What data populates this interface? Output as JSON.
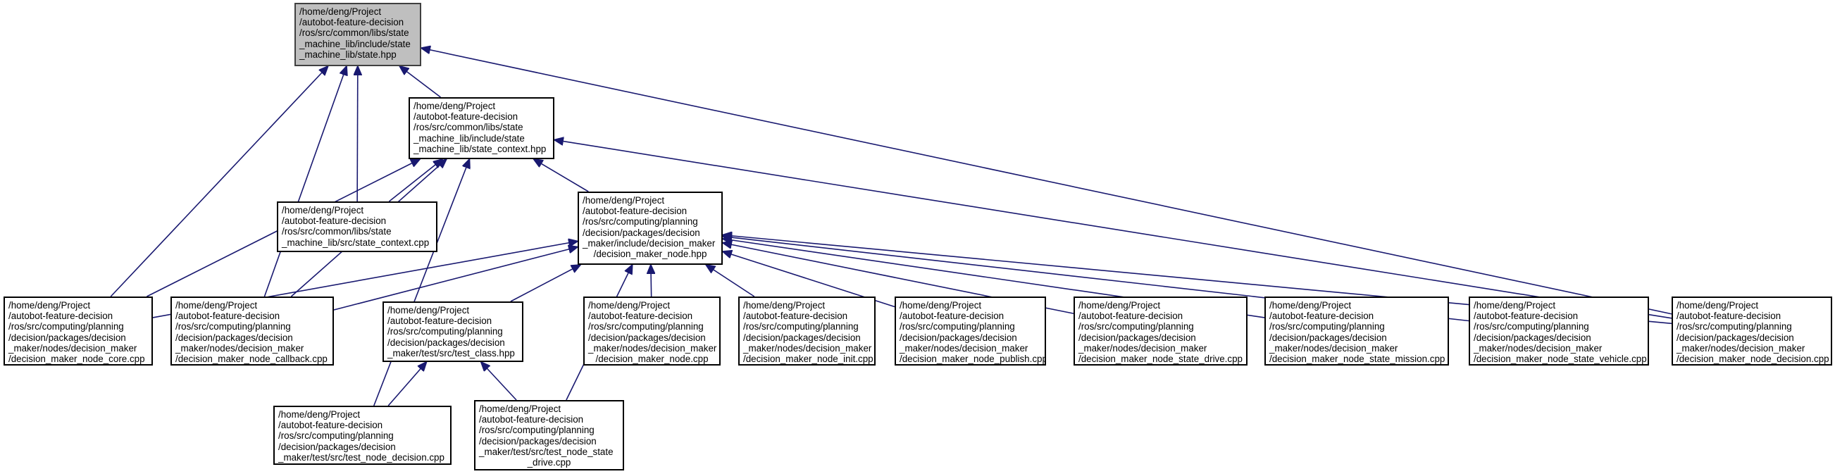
{
  "colors": {
    "edge": "#191970",
    "highlight_fill": "#bfbfbf",
    "highlight_border": "#404040"
  },
  "nodes": [
    {
      "id": "n_state",
      "lines": [
        "/home/deng/Project",
        "/autobot-feature-decision",
        "/ros/src/common/libs/state",
        "_machine_lib/include/state",
        "_machine_lib/state.hpp"
      ]
    },
    {
      "id": "n_state_context_hpp",
      "lines": [
        "/home/deng/Project",
        "/autobot-feature-decision",
        "/ros/src/common/libs/state",
        "_machine_lib/include/state",
        "_machine_lib/state_context.hpp"
      ]
    },
    {
      "id": "n_state_context_cpp",
      "lines": [
        "/home/deng/Project",
        "/autobot-feature-decision",
        "/ros/src/common/libs/state",
        "_machine_lib/src/state_context.cpp"
      ]
    },
    {
      "id": "n_dm_node_hpp",
      "lines": [
        "/home/deng/Project",
        "/autobot-feature-decision",
        "/ros/src/computing/planning",
        "/decision/packages/decision",
        "_maker/include/decision_maker",
        "/decision_maker_node.hpp"
      ]
    },
    {
      "id": "n_core",
      "lines": [
        "/home/deng/Project",
        "/autobot-feature-decision",
        "/ros/src/computing/planning",
        "/decision/packages/decision",
        "_maker/nodes/decision_maker",
        "/decision_maker_node_core.cpp"
      ]
    },
    {
      "id": "n_callback",
      "lines": [
        "/home/deng/Project",
        "/autobot-feature-decision",
        "/ros/src/computing/planning",
        "/decision/packages/decision",
        "_maker/nodes/decision_maker",
        "/decision_maker_node_callback.cpp"
      ]
    },
    {
      "id": "n_test_class",
      "lines": [
        "/home/deng/Project",
        "/autobot-feature-decision",
        "/ros/src/computing/planning",
        "/decision/packages/decision",
        "_maker/test/src/test_class.hpp"
      ]
    },
    {
      "id": "n_node_cpp",
      "lines": [
        "/home/deng/Project",
        "/autobot-feature-decision",
        "/ros/src/computing/planning",
        "/decision/packages/decision",
        "_maker/nodes/decision_maker",
        "/decision_maker_node.cpp"
      ]
    },
    {
      "id": "n_init",
      "lines": [
        "/home/deng/Project",
        "/autobot-feature-decision",
        "/ros/src/computing/planning",
        "/decision/packages/decision",
        "_maker/nodes/decision_maker",
        "/decision_maker_node_init.cpp"
      ]
    },
    {
      "id": "n_publish",
      "lines": [
        "/home/deng/Project",
        "/autobot-feature-decision",
        "/ros/src/computing/planning",
        "/decision/packages/decision",
        "_maker/nodes/decision_maker",
        "/decision_maker_node_publish.cpp"
      ]
    },
    {
      "id": "n_state_drive",
      "lines": [
        "/home/deng/Project",
        "/autobot-feature-decision",
        "/ros/src/computing/planning",
        "/decision/packages/decision",
        "_maker/nodes/decision_maker",
        "/decision_maker_node_state_drive.cpp"
      ]
    },
    {
      "id": "n_state_mission",
      "lines": [
        "/home/deng/Project",
        "/autobot-feature-decision",
        "/ros/src/computing/planning",
        "/decision/packages/decision",
        "_maker/nodes/decision_maker",
        "/decision_maker_node_state_mission.cpp"
      ]
    },
    {
      "id": "n_state_vehicle",
      "lines": [
        "/home/deng/Project",
        "/autobot-feature-decision",
        "/ros/src/computing/planning",
        "/decision/packages/decision",
        "_maker/nodes/decision_maker",
        "/decision_maker_node_state_vehicle.cpp"
      ]
    },
    {
      "id": "n_decision",
      "lines": [
        "/home/deng/Project",
        "/autobot-feature-decision",
        "/ros/src/computing/planning",
        "/decision/packages/decision",
        "_maker/nodes/decision_maker",
        "/decision_maker_node_decision.cpp"
      ]
    },
    {
      "id": "n_test_node_decision",
      "lines": [
        "/home/deng/Project",
        "/autobot-feature-decision",
        "/ros/src/computing/planning",
        "/decision/packages/decision",
        "_maker/test/src/test_node_decision.cpp"
      ]
    },
    {
      "id": "n_test_node_state_drive",
      "lines": [
        "/home/deng/Project",
        "/autobot-feature-decision",
        "/ros/src/computing/planning",
        "/decision/packages/decision",
        "_maker/test/src/test_node_state",
        "_drive.cpp"
      ]
    }
  ],
  "edges": [
    [
      "n_core",
      "n_state"
    ],
    [
      "n_callback",
      "n_state"
    ],
    [
      "n_state_context_cpp",
      "n_state"
    ],
    [
      "n_state_context_hpp",
      "n_state"
    ],
    [
      "n_decision",
      "n_state"
    ],
    [
      "n_state_context_cpp",
      "n_state_context_hpp"
    ],
    [
      "n_core",
      "n_state_context_hpp"
    ],
    [
      "n_callback",
      "n_state_context_hpp"
    ],
    [
      "n_dm_node_hpp",
      "n_state_context_hpp"
    ],
    [
      "n_decision",
      "n_state_context_hpp"
    ],
    [
      "n_core",
      "n_dm_node_hpp"
    ],
    [
      "n_callback",
      "n_dm_node_hpp"
    ],
    [
      "n_test_class",
      "n_dm_node_hpp"
    ],
    [
      "n_test_node_state_drive",
      "n_dm_node_hpp"
    ],
    [
      "n_node_cpp",
      "n_dm_node_hpp"
    ],
    [
      "n_init",
      "n_dm_node_hpp"
    ],
    [
      "n_publish",
      "n_dm_node_hpp"
    ],
    [
      "n_state_drive",
      "n_dm_node_hpp"
    ],
    [
      "n_state_mission",
      "n_dm_node_hpp"
    ],
    [
      "n_state_vehicle",
      "n_dm_node_hpp"
    ],
    [
      "n_decision",
      "n_dm_node_hpp"
    ],
    [
      "n_test_node_decision",
      "n_test_class"
    ],
    [
      "n_test_node_state_drive",
      "n_test_class"
    ],
    [
      "n_test_node_decision",
      "n_state_context_hpp"
    ]
  ]
}
